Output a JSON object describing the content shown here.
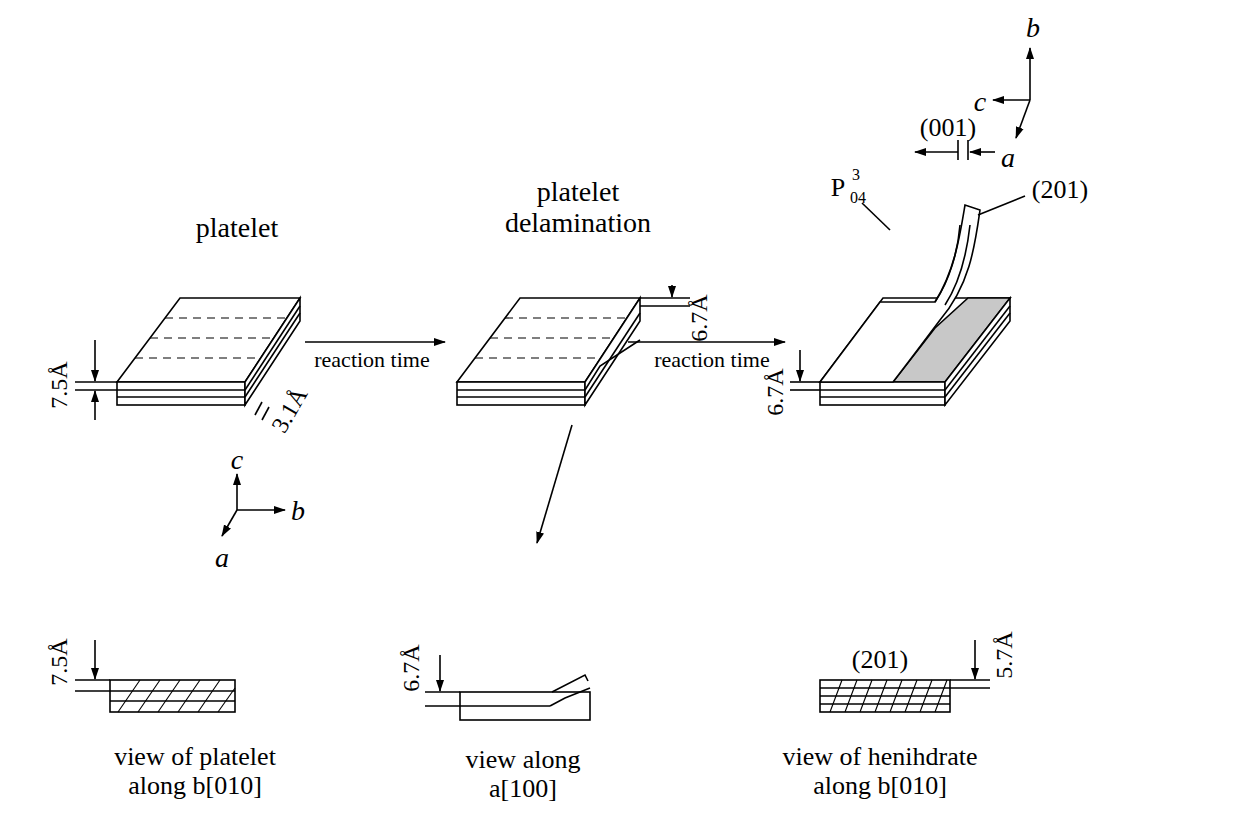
{
  "diagram": {
    "labels": [
      "b",
      "c",
      "a",
      "platelet",
      "platelet delamination",
      "(001)",
      "P",
      "04",
      "3",
      "(201)",
      "7.5Å",
      "reaction time",
      "3.1Å",
      "6.7Å",
      "reaction time",
      "6.7Å",
      "c",
      "b",
      "a",
      "7.5Å",
      "view of platelet along b[010]",
      "6.7Å",
      "view along a[100]",
      "(201)",
      "5.7Å",
      "view of henihdrate along b[010]"
    ]
  }
}
